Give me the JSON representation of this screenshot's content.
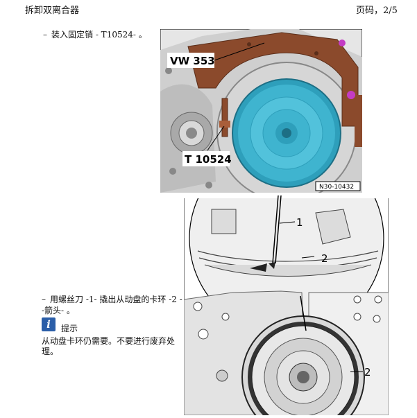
{
  "header": {
    "title": "拆卸双离合器",
    "page": "页码，2/5"
  },
  "steps": [
    {
      "bullet": "–",
      "text": "装入固定销 - T10524- 。"
    },
    {
      "bullet": "–",
      "text": "用螺丝刀 -1- 撬出从动盘的卡环 -2 --箭头- 。"
    }
  ],
  "note": {
    "icon": "info-icon",
    "label": "提示",
    "text": "从动盘卡环仍需要。不要进行废弃处理。"
  },
  "figure1": {
    "callout_tool": "VW 353",
    "callout_pin": "T 10524",
    "figure_id": "N30-10432"
  },
  "figure2": {
    "callout_1": "1",
    "callout_2a": "2",
    "callout_2b": "2"
  },
  "colors": {
    "clutch": "#3fb4cf",
    "bracket": "#8b4a2c",
    "housing": "#c9c9c9",
    "accent": "#c43cc4",
    "info": "#2b5ea8"
  }
}
